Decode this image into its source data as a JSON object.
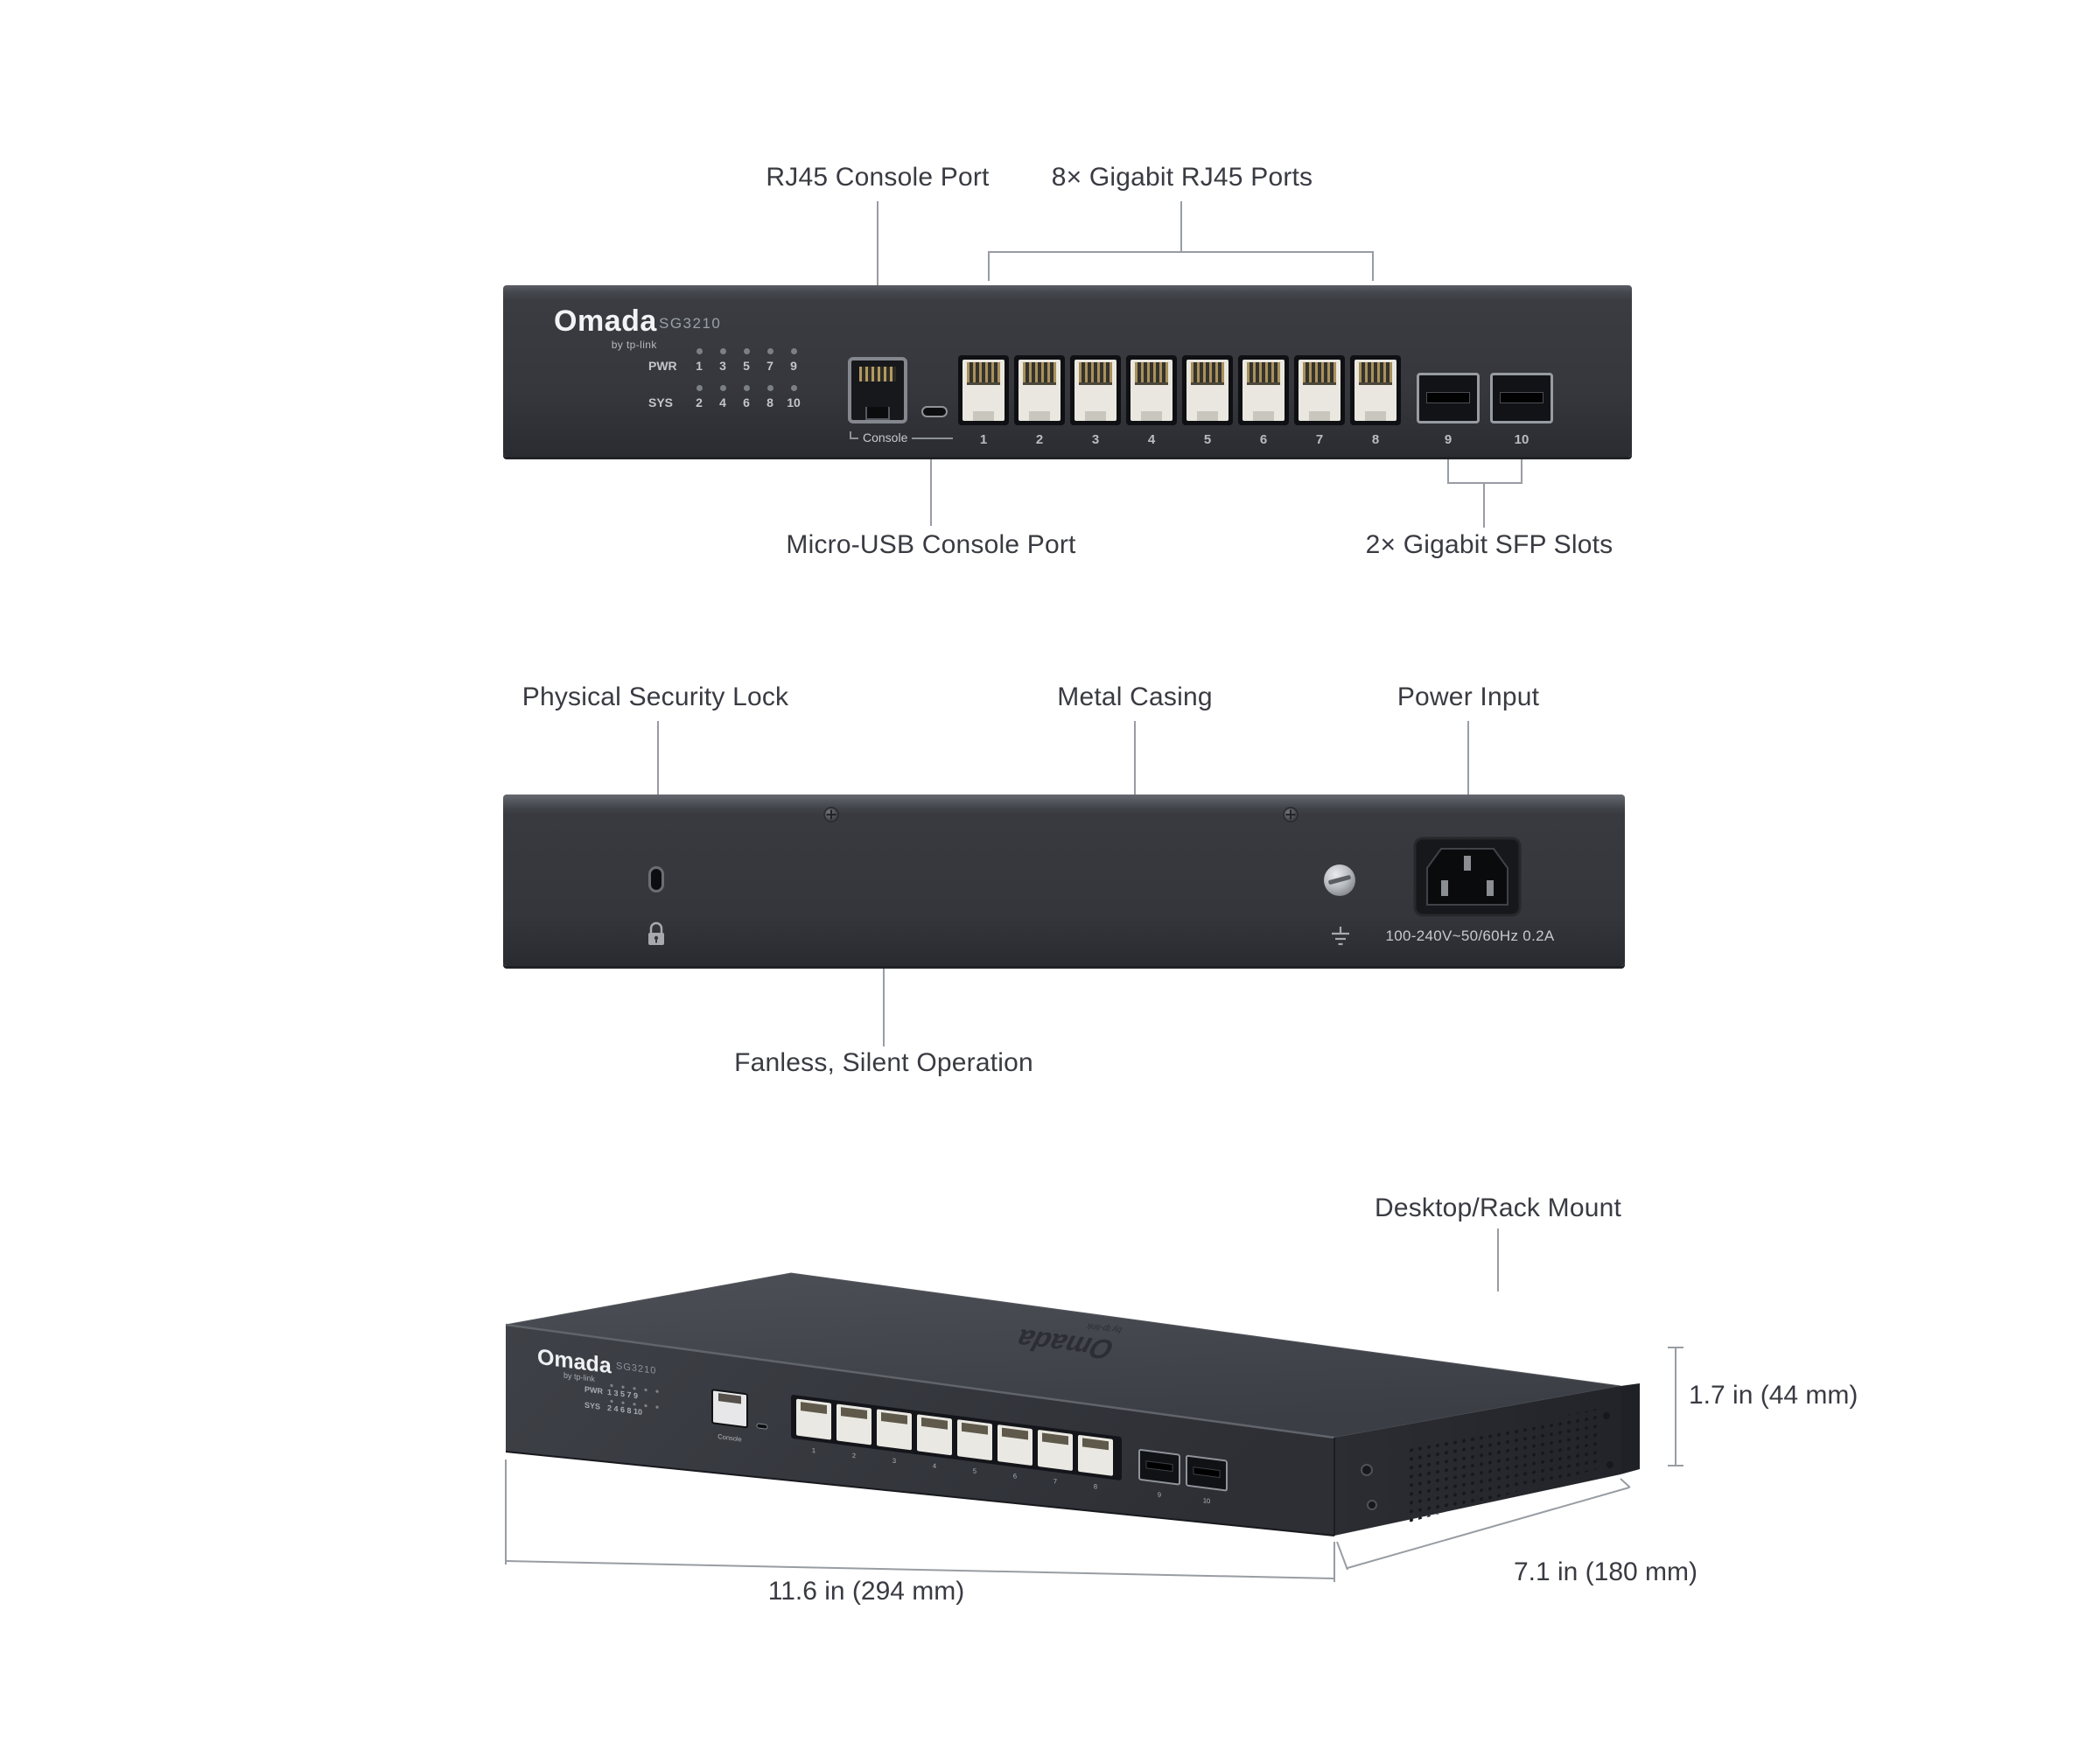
{
  "theme": {
    "background": "#ffffff",
    "label_color": "#3a3b42",
    "line_color": "#989da3",
    "device_color": "#34363c",
    "port_face_color": "#eae7e0"
  },
  "front_view": {
    "callout_rj45_console": "RJ45 Console Port",
    "callout_gigabit_ports": "8× Gigabit RJ45 Ports",
    "callout_micro_usb": "Micro-USB Console Port",
    "callout_sfp": "2× Gigabit SFP Slots",
    "device": {
      "brand": "Omada",
      "brand_sub": "by tp-link",
      "model": "SG3210",
      "led_rows": [
        {
          "label": "PWR",
          "numbers": [
            "1",
            "3",
            "5",
            "7",
            "9"
          ]
        },
        {
          "label": "SYS",
          "numbers": [
            "2",
            "4",
            "6",
            "8",
            "10"
          ]
        }
      ],
      "console_label": "Console",
      "port_numbers": [
        "1",
        "2",
        "3",
        "4",
        "5",
        "6",
        "7",
        "8"
      ],
      "sfp_numbers": [
        "9",
        "10"
      ]
    }
  },
  "rear_view": {
    "callout_lock": "Physical Security Lock",
    "callout_casing": "Metal Casing",
    "callout_power": "Power Input",
    "callout_fanless": "Fanless, Silent Operation",
    "device": {
      "power_rating": "100-240V~50/60Hz  0.2A"
    }
  },
  "angled_view": {
    "callout_mount": "Desktop/Rack Mount",
    "dim_height": "1.7 in (44 mm)",
    "dim_width": "11.6 in (294 mm)",
    "dim_depth": "7.1 in (180 mm)",
    "device": {
      "brand": "Omada",
      "brand_sub": "by tp-link",
      "model": "SG3210",
      "led_rows": [
        {
          "label": "PWR",
          "numbers_joined": "1  3  5  7  9"
        },
        {
          "label": "SYS",
          "numbers_joined": "2  4  6  8  10"
        }
      ],
      "console_label": "Console",
      "port_numbers": [
        "1",
        "2",
        "3",
        "4",
        "5",
        "6",
        "7",
        "8"
      ],
      "sfp_numbers": [
        "9",
        "10"
      ]
    }
  }
}
